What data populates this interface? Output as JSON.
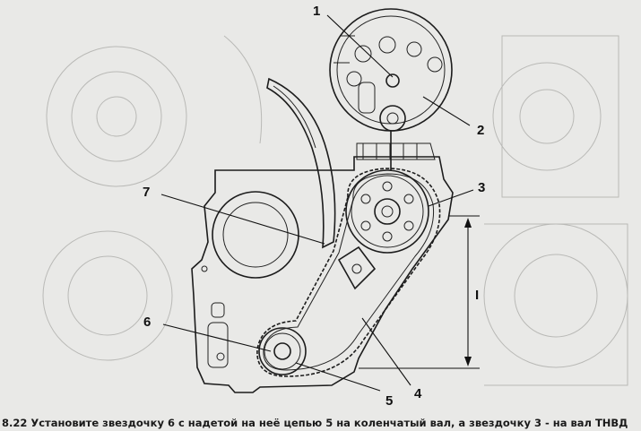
{
  "callouts": {
    "c1": "1",
    "c2": "2",
    "c3": "3",
    "c4": "4",
    "c5": "5",
    "c6": "6",
    "c7": "7",
    "dim": "I"
  },
  "caption": "8.22 Установите звездочку 6 с надетой на неё цепью 5 на коленчатый вал, а звездочку 3 - на вал ТНВД",
  "colors": {
    "background": "#e9e9e7",
    "ink": "#1c1c1c",
    "ghost": "#b9b9b6"
  }
}
